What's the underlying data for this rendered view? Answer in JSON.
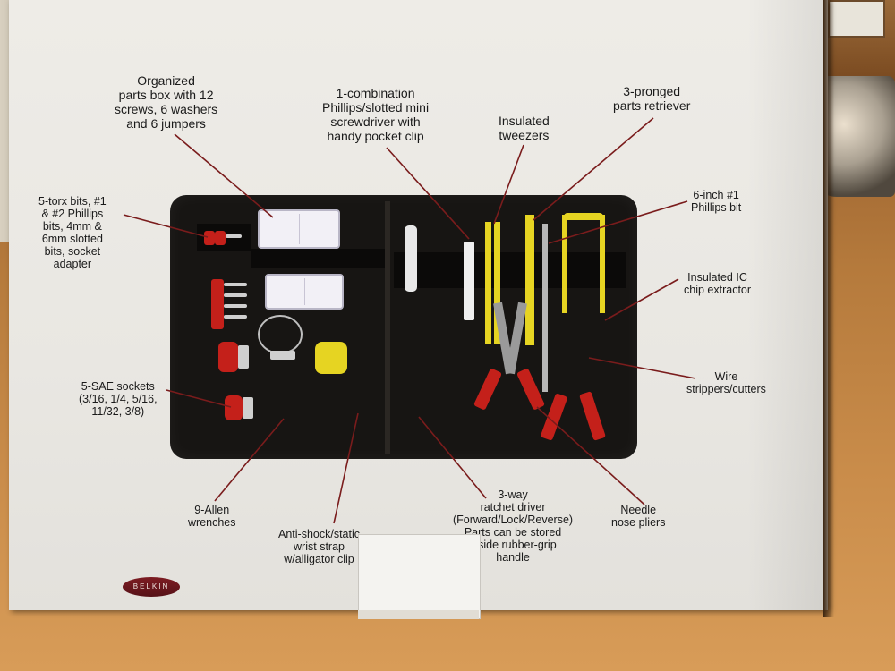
{
  "labels": {
    "parts_box": "Organized\nparts box with 12\nscrews, 6 washers\nand 6 jumpers",
    "combination_screwdriver": "1-combination\nPhillips/slotted mini\nscrewdriver with\nhandy pocket clip",
    "tweezers": "Insulated\ntweezers",
    "parts_retriever": "3-pronged\nparts retriever",
    "phillips_bit": "6-inch #1\nPhillips bit",
    "ic_extractor": "Insulated IC\nchip extractor",
    "wire_strippers": "Wire\nstrippers/cutters",
    "needle_nose": "Needle\nnose pliers",
    "ratchet_driver": "3-way\nratchet driver\n(Forward/Lock/Reverse)\nParts can be stored\ninside rubber-grip\nhandle",
    "wrist_strap": "Anti-shock/static\nwrist strap\nw/alligator clip",
    "allen_wrenches": "9-Allen\nwrenches",
    "sae_sockets": "5-SAE sockets\n(3/16, 1/4, 5/16,\n11/32, 3/8)",
    "torx_bits": "5-torx bits, #1\n& #2 Phillips\nbits, 4mm &\n6mm slotted\nbits, socket\nadapter"
  },
  "logo_text": "BELKIN",
  "colors": {
    "box": "#eceae5",
    "case": "#171513",
    "leader_line": "#7a1c1c",
    "tool_red": "#c4201a",
    "tool_yellow": "#e6d422"
  }
}
